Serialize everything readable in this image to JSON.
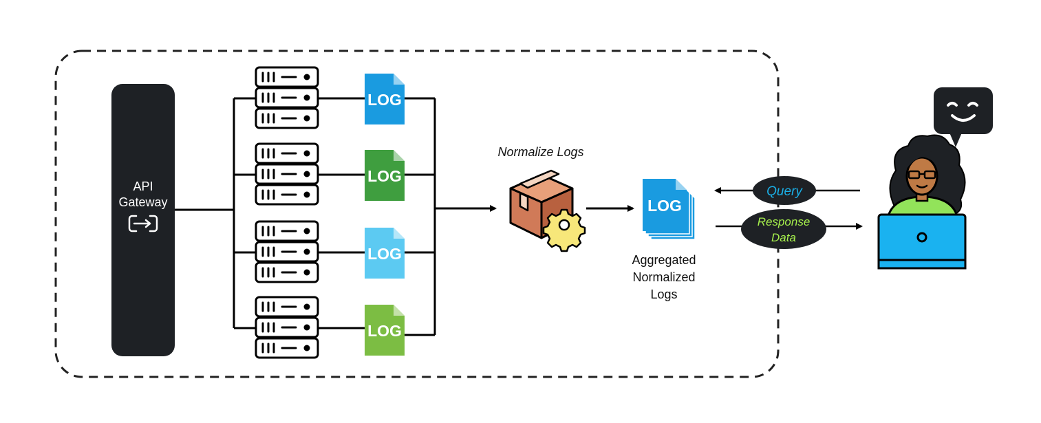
{
  "gateway": {
    "line1": "API",
    "line2": "Gateway",
    "icon": "gateway-exchange-icon"
  },
  "log_file_label": "LOG",
  "log_files": [
    {
      "color": "#1a9be0"
    },
    {
      "color": "#3f9e3f"
    },
    {
      "color": "#5ccaf2"
    },
    {
      "color": "#7cbd43"
    }
  ],
  "server_count": 4,
  "normalize": {
    "label": "Normalize Logs",
    "icon": "package-gear-icon"
  },
  "aggregated": {
    "line1": "Aggregated",
    "line2": "Normalized",
    "line3": "Logs",
    "icon": "stacked-log-files-icon"
  },
  "query": {
    "label": "Query",
    "color": "#1ab0e8"
  },
  "response": {
    "line1": "Response",
    "line2": "Data",
    "color": "#a6f04c"
  },
  "user": {
    "icon": "person-with-laptop-icon",
    "bubble_icon": "smiley-chat-bubble-icon"
  },
  "colors": {
    "dark": "#1e2125",
    "laptop": "#1ab2f0",
    "shirt": "#92e35a",
    "skin": "#bf7a45",
    "box": "#c97a5a",
    "gear": "#f7e77a"
  }
}
